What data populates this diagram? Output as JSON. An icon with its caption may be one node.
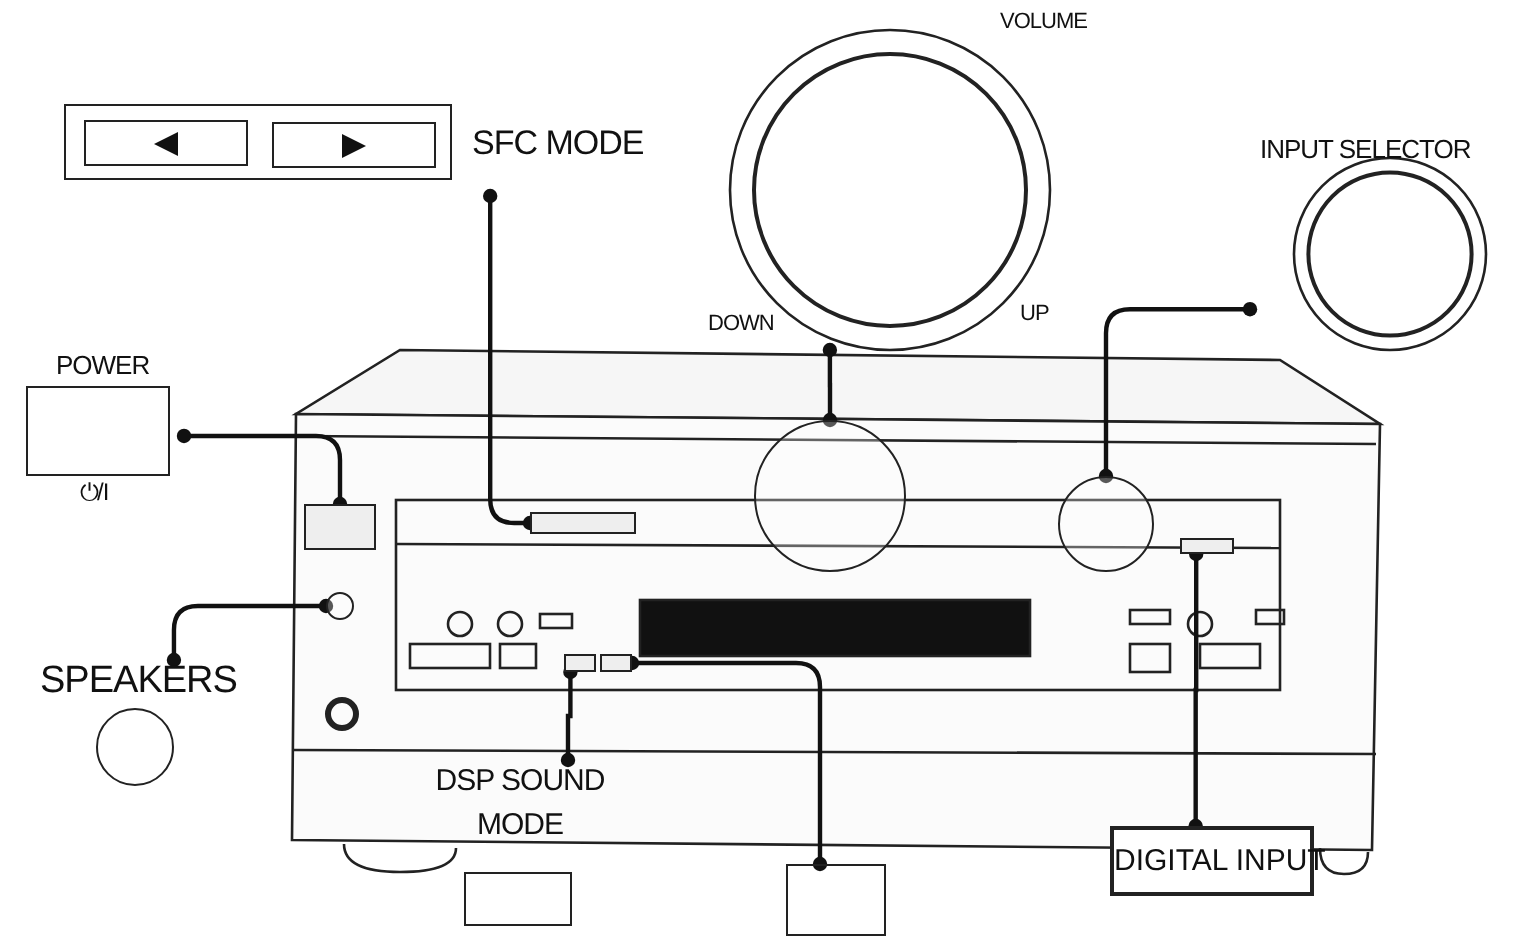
{
  "diagram": {
    "nodes": [
      {
        "text": [
          "SFC MODE"
        ]
      },
      {
        "text": [
          "VOLUME",
          "DOWN",
          "UP"
        ]
      },
      {
        "text": [
          "INPUT SELECTOR"
        ]
      },
      {
        "text": [
          "POWER",
          "⏻/I"
        ]
      },
      {
        "text": [
          "SPEAKERS"
        ]
      },
      {
        "text": [
          "DSP SOUND MODE"
        ]
      },
      {
        "text": [],
        "shape": "box"
      },
      {
        "text": [
          "DIGITAL INPUT"
        ]
      },
      {
        "text": [],
        "shape": "box"
      },
      {
        "text": [],
        "shape": "circle"
      },
      {
        "text": [],
        "shape": "circle"
      },
      {
        "text": [],
        "shape": "box"
      },
      {
        "text": [],
        "shape": "circle"
      },
      {
        "text": [],
        "shape": "box"
      },
      {
        "text": [],
        "shape": "box"
      },
      {
        "text": [],
        "shape": "box"
      }
    ],
    "edges": [
      {
        "from": 0,
        "to": 8,
        "arrow": "other"
      },
      {
        "from": 1,
        "to": 9,
        "arrow": "other"
      },
      {
        "from": 2,
        "to": 10,
        "arrow": "other"
      },
      {
        "from": 3,
        "to": 11,
        "arrow": "other"
      },
      {
        "from": 4,
        "to": 12,
        "arrow": "other"
      },
      {
        "from": 5,
        "to": 13,
        "arrow": "other"
      },
      {
        "from": 6,
        "to": 14,
        "arrow": "other"
      },
      {
        "from": 7,
        "to": 15,
        "arrow": "other"
      }
    ]
  }
}
